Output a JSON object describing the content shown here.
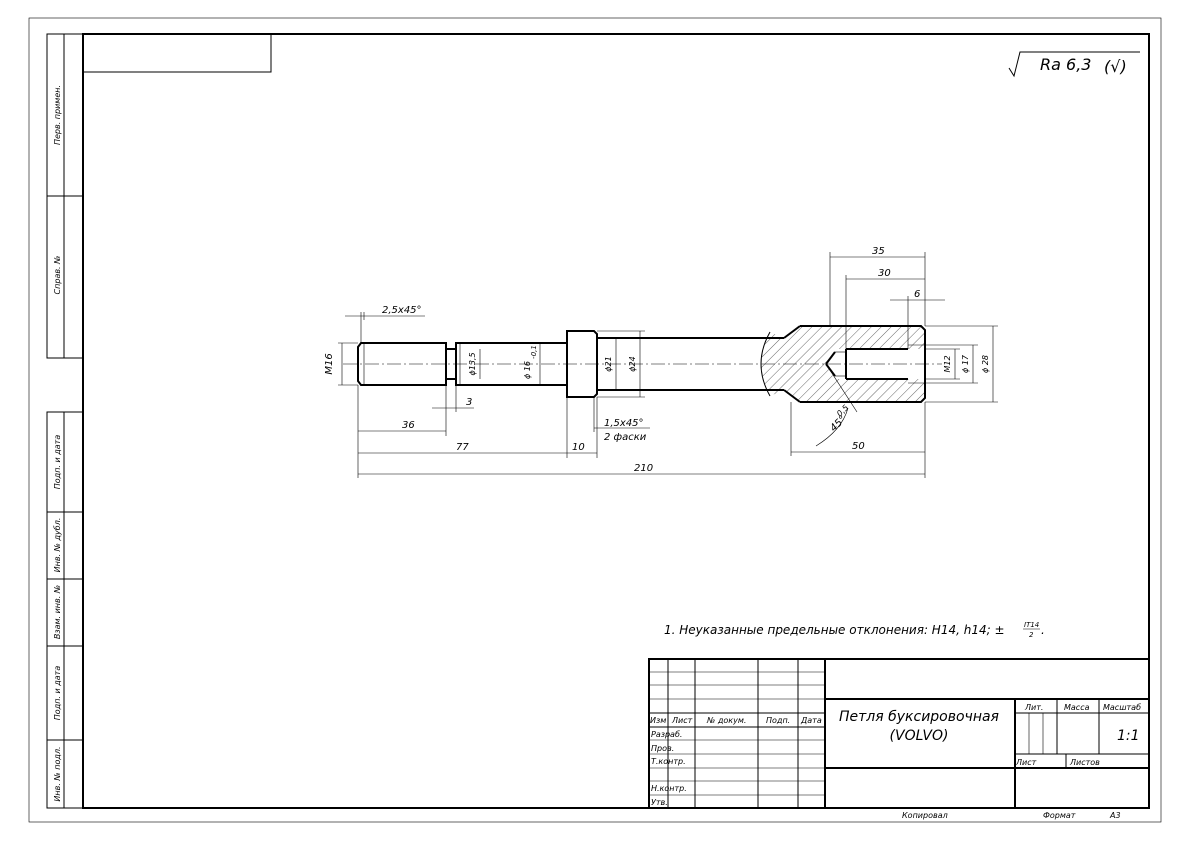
{
  "side_labels": [
    "Перв. примен.",
    "Справ. №",
    "Подп. и дата",
    "Инв. № дубл.",
    "Взам. инв. №",
    "Подп. и дата",
    "Инв. № подл."
  ],
  "roughness": {
    "prefix": "Ra 6,3",
    "suffix": "(√)"
  },
  "dimensions": {
    "chamfer_left": "2,5x45°",
    "thread_m16": "M16",
    "d13_5": "ϕ13,5",
    "d16": "ϕ 16",
    "d16_tol": "-0,1",
    "d21": "ϕ21",
    "d24": "ϕ24",
    "dim_3": "3",
    "dim_36": "36",
    "dim_77": "77",
    "dim_10": "10",
    "chamfer_right": "1,5x45°",
    "chamfer_note": "2 фаски",
    "dim_210": "210",
    "dim_35": "35",
    "dim_30": "30",
    "dim_6": "6",
    "thread_m12": "M12",
    "d17": "ϕ 17",
    "d28": "ϕ 28",
    "angle": "45°",
    "angle2": "0,5",
    "dim_50": "50"
  },
  "note": {
    "text": "1. Неуказанные предельные отклонения: H14, h14; ±",
    "frac_top": "IT14",
    "frac_bottom": "2",
    "end": "."
  },
  "title_block": {
    "headers": {
      "izm": "Изм",
      "list": "Лист",
      "doc": "№ докум.",
      "sign": "Подп.",
      "date": "Дата"
    },
    "roles": [
      "Разраб.",
      "Пров.",
      "Т.контр.",
      "",
      "Н.контр.",
      "Утв."
    ],
    "title_line1": "Петля буксировочная",
    "title_line2": "(VOLVO)",
    "lit": "Лит.",
    "mass": "Масса",
    "scale_label": "Масштаб",
    "scale_value": "1:1",
    "sheet": "Лист",
    "sheets": "Листов"
  },
  "footer": {
    "copied": "Копировал",
    "format_label": "Формат",
    "format_value": "А3"
  }
}
